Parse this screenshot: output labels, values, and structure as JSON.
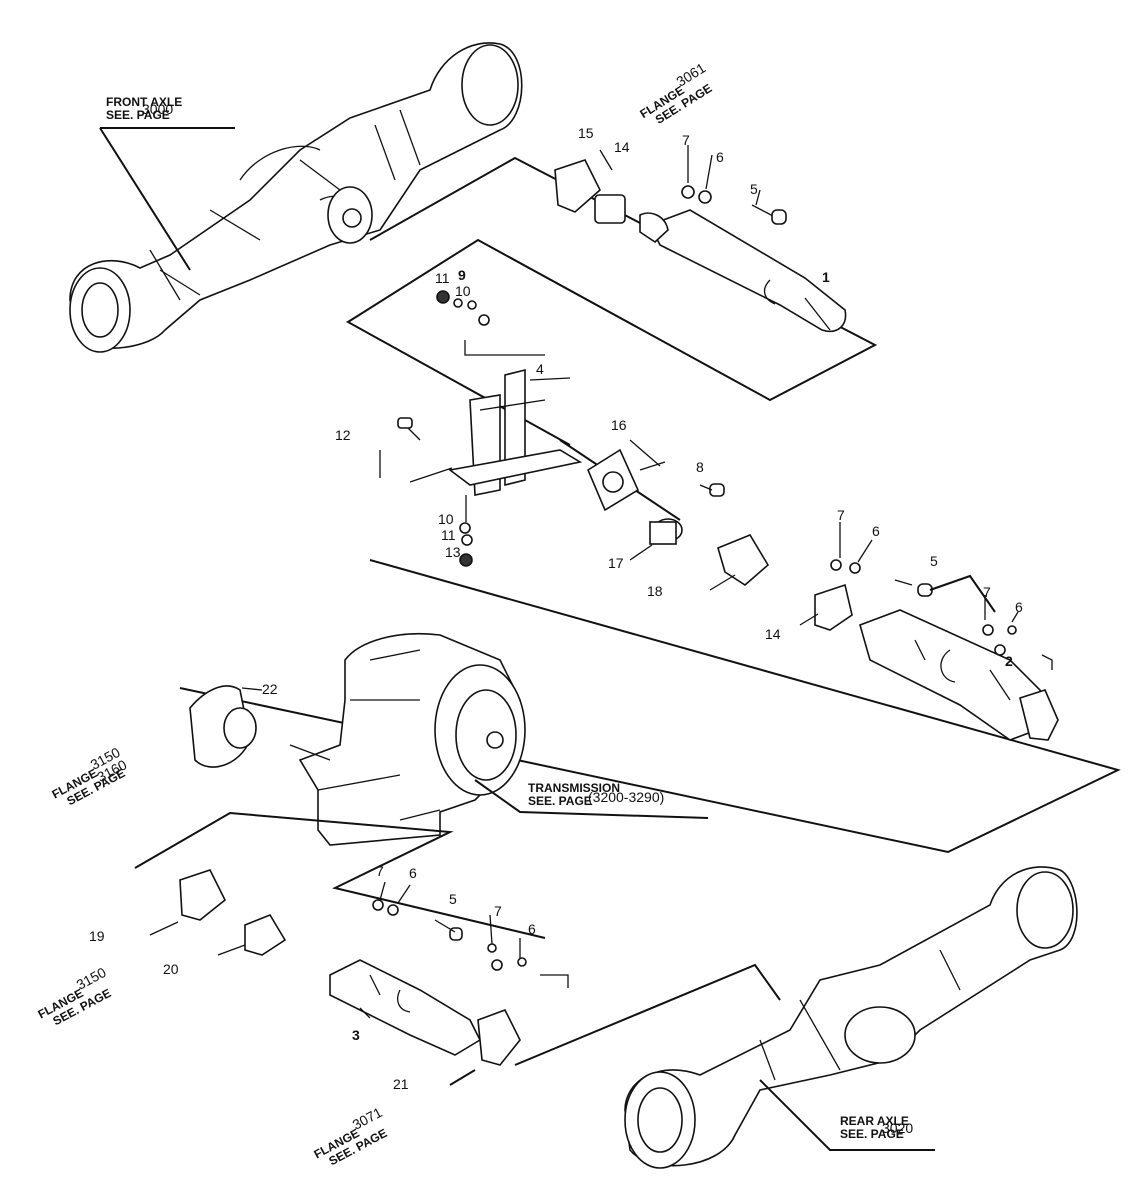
{
  "callouts": {
    "front_axle": {
      "label": "FRONT AXLE",
      "see": "SEE. PAGE",
      "page": "3000"
    },
    "flange_3061": {
      "label": "FLANGE",
      "see": "SEE. PAGE",
      "page": "3061"
    },
    "flange_3150_3160": {
      "label": "FLANGE",
      "see": "SEE. PAGE",
      "page": "3150",
      "page2": "3160"
    },
    "transmission": {
      "label": "TRANSMISSION",
      "see": "SEE. PAGE",
      "page": "(3200-3290)"
    },
    "flange_3150": {
      "label": "FLANGE",
      "see": "SEE. PAGE",
      "page": "3150"
    },
    "flange_3071": {
      "label": "FLANGE",
      "see": "SEE. PAGE",
      "page": "3071"
    },
    "rear_axle": {
      "label": "REAR AXLE",
      "see": "SEE. PAGE",
      "page": "3020"
    }
  },
  "part_numbers": {
    "p15_top": "15",
    "p14_top": "14",
    "p7_top": "7",
    "p6_top": "6",
    "p5_top": "5",
    "p1": "1",
    "p11_a": "11",
    "p9": "9",
    "p10_a": "10",
    "p4": "4",
    "p12": "12",
    "p16": "16",
    "p8": "8",
    "p10_b": "10",
    "p11_b": "11",
    "p13": "13",
    "p17": "17",
    "p18": "18",
    "p7_mid": "7",
    "p6_mid": "6",
    "p5_mid": "5",
    "p7_mid2": "7",
    "p6_mid2": "6",
    "p2": "2",
    "p14_mid": "14",
    "p22": "22",
    "p7_low": "7",
    "p6_low": "6",
    "p5_low": "5",
    "p7_low2": "7",
    "p6_low2": "6",
    "p19": "19",
    "p20": "20",
    "p3": "3",
    "p21": "21"
  }
}
